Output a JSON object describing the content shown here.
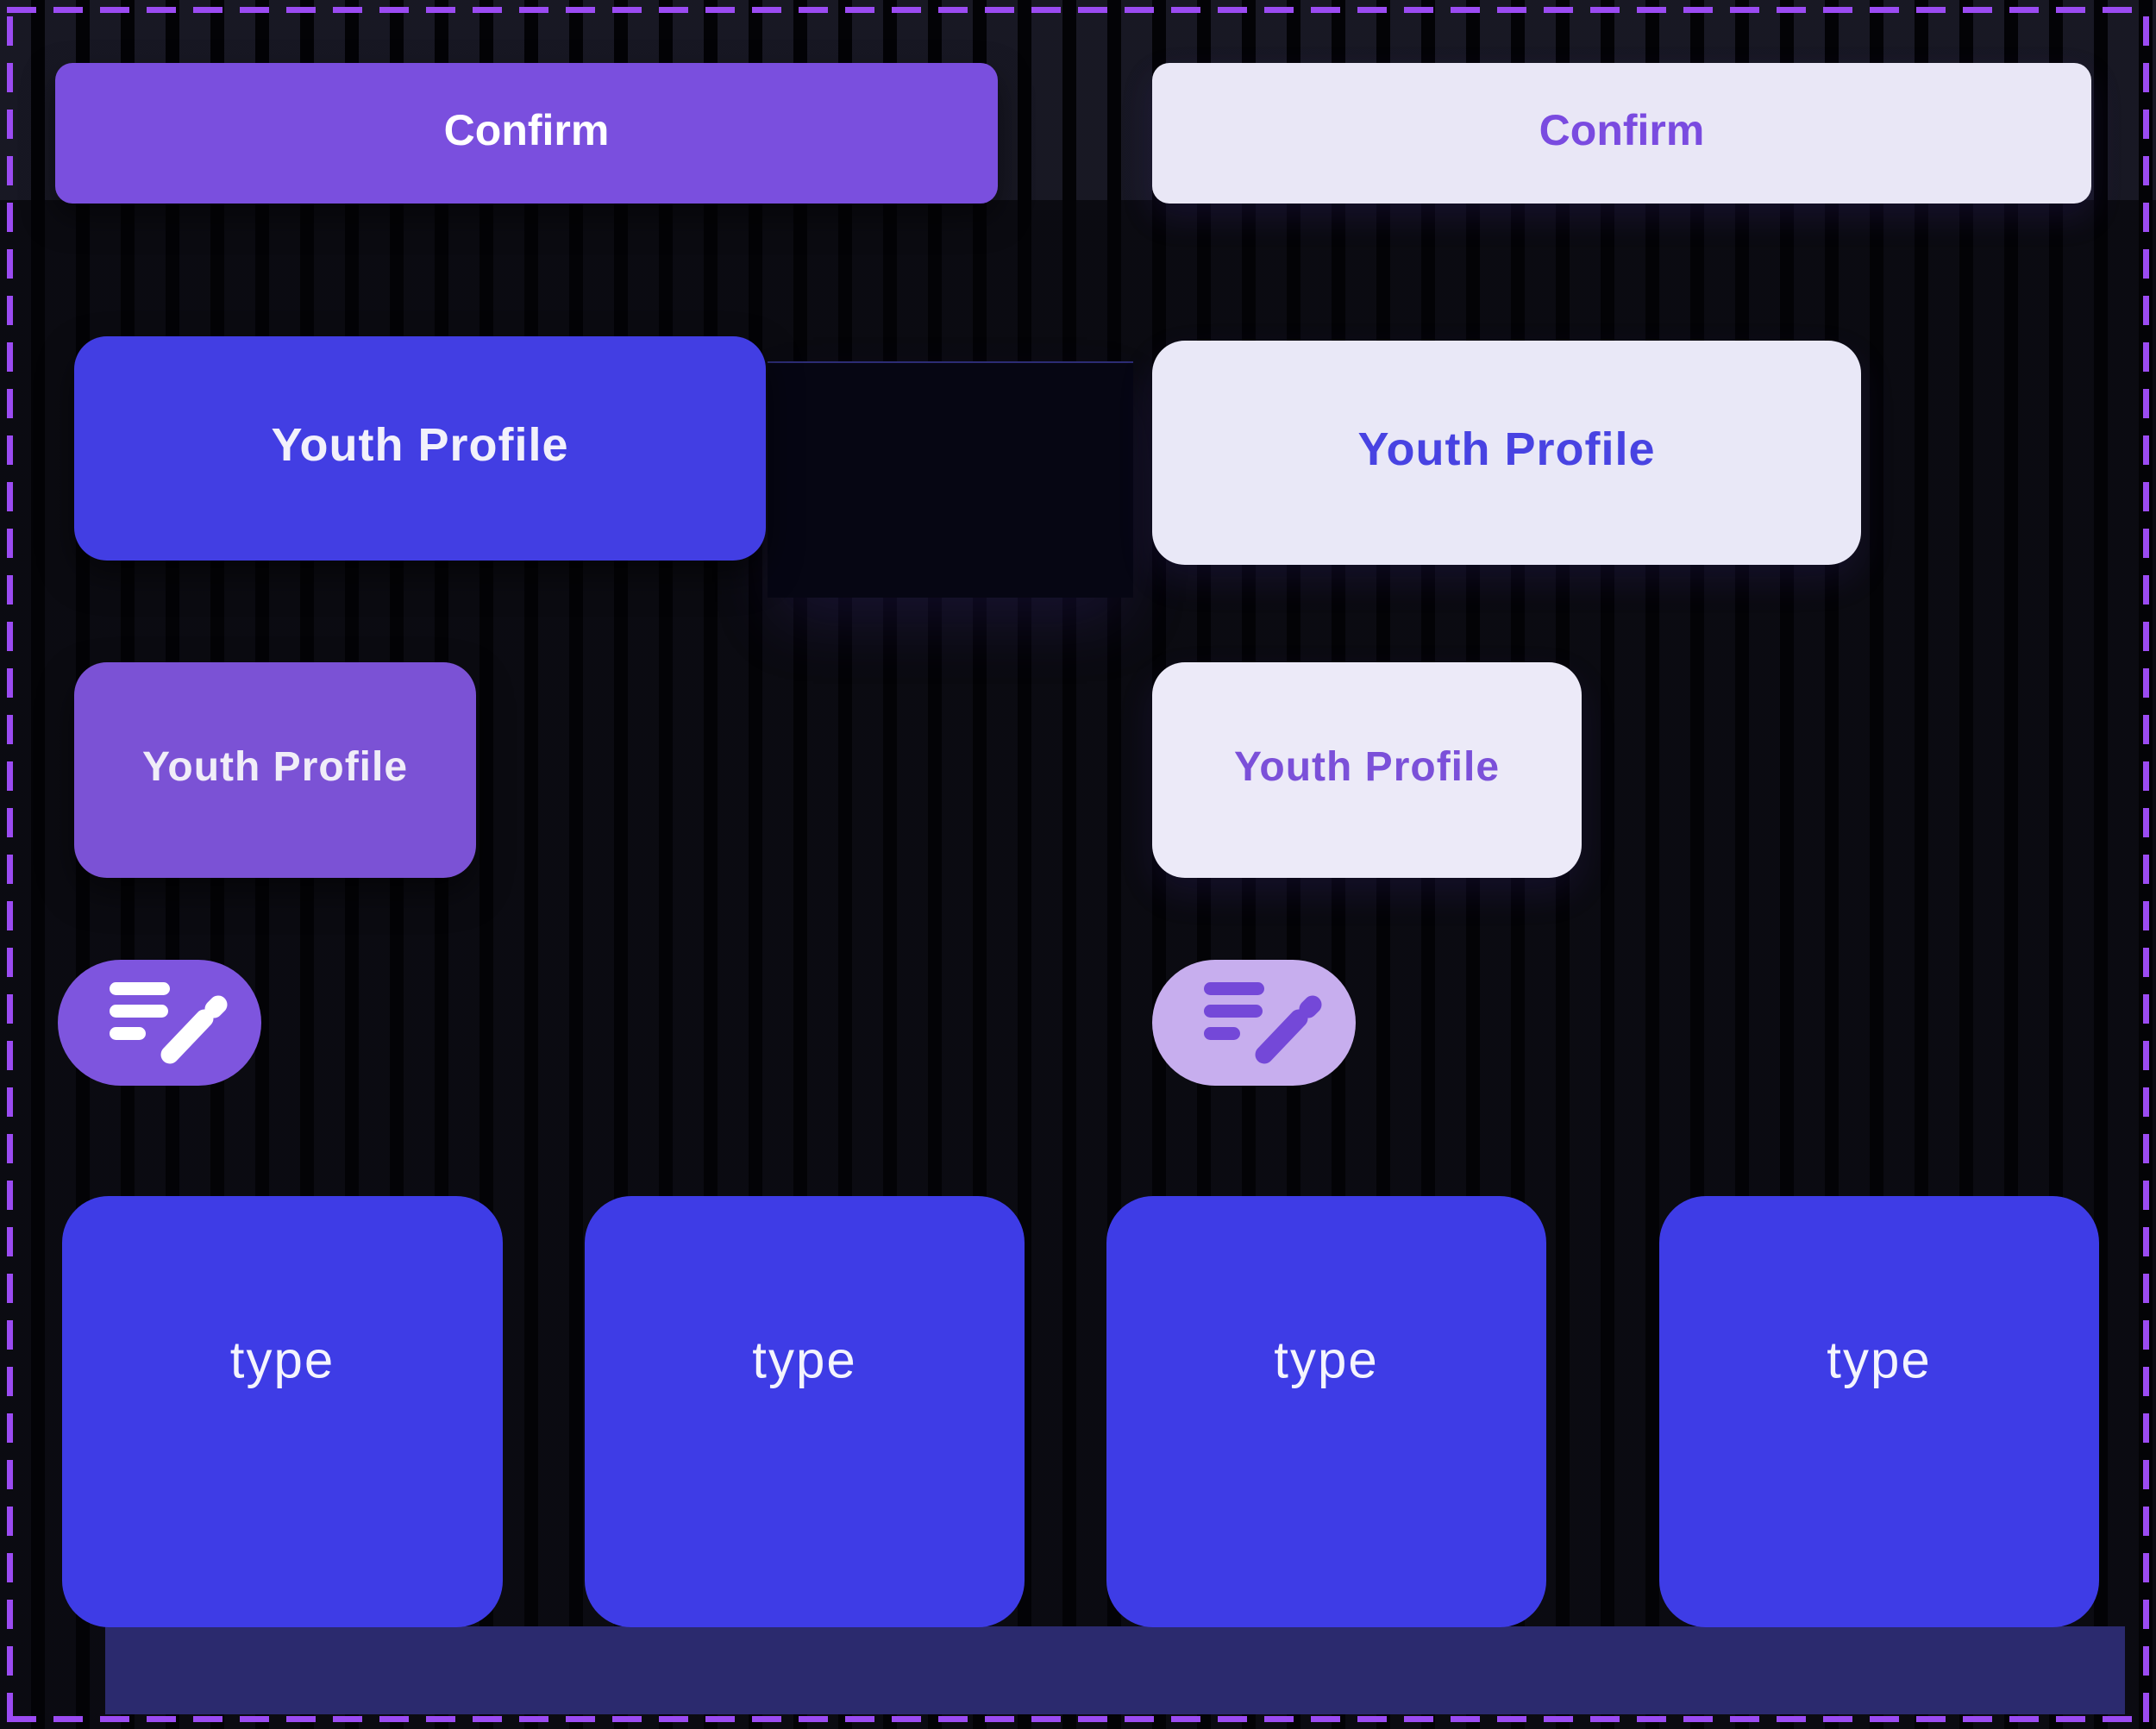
{
  "palette": {
    "background": "#030306",
    "frame_border": "#9b4bf2",
    "purple_primary": "#7a4fde",
    "purple_mid": "#7b52d5",
    "blue_primary": "#423ee3",
    "blue_card": "#3e3ce6",
    "light_surface": "#e9e7f6",
    "light_purple_pill": "#c7aeee",
    "navy_bar": "#2b2a6e",
    "text_on_light_purple": "#7a4be0",
    "text_on_light_blue": "#4843e2"
  },
  "buttons": {
    "confirm_primary": {
      "label": "Confirm"
    },
    "confirm_light": {
      "label": "Confirm"
    },
    "youth_profile_blue": {
      "label": "Youth Profile"
    },
    "youth_profile_light_large": {
      "label": "Youth Profile"
    },
    "youth_profile_purple": {
      "label": "Youth Profile"
    },
    "youth_profile_light_small": {
      "label": "Youth Profile"
    }
  },
  "icon_buttons": {
    "edit_list_primary": {
      "icon": "playlist-edit-icon"
    },
    "edit_list_light": {
      "icon": "playlist-edit-icon"
    }
  },
  "cards": {
    "items": [
      {
        "label": "type"
      },
      {
        "label": "type"
      },
      {
        "label": "type"
      },
      {
        "label": "type"
      }
    ]
  }
}
